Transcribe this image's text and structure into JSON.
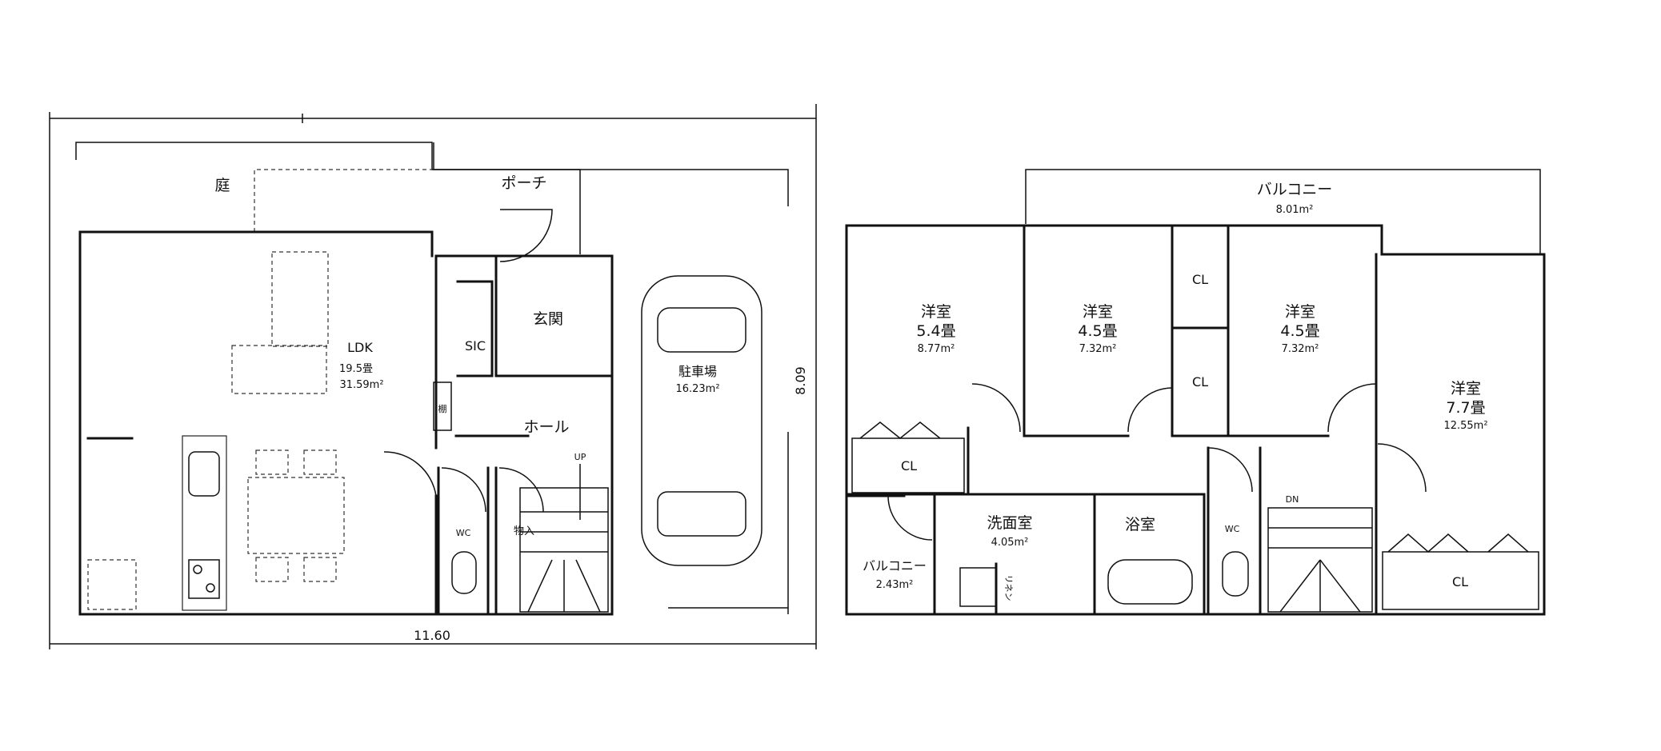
{
  "first_floor": {
    "niwa": "庭",
    "porch": "ポーチ",
    "ldk": {
      "name": "LDK",
      "tatami": "19.5畳",
      "area": "31.59m²"
    },
    "sic": "SIC",
    "genkan": "玄関",
    "tana": "棚",
    "hall": "ホール",
    "wc": "WC",
    "monoire": "物入",
    "up": "UP",
    "parking": {
      "name": "駐車場",
      "area": "16.23m²"
    },
    "dim_width": "11.60",
    "dim_depth": "8.09"
  },
  "second_floor": {
    "balcony_north": {
      "name": "バルコニー",
      "area": "8.01m²"
    },
    "room1": {
      "name": "洋室",
      "tatami": "5.4畳",
      "area": "8.77m²"
    },
    "room2": {
      "name": "洋室",
      "tatami": "4.5畳",
      "area": "7.32m²"
    },
    "room3": {
      "name": "洋室",
      "tatami": "4.5畳",
      "area": "7.32m²"
    },
    "room4": {
      "name": "洋室",
      "tatami": "7.7畳",
      "area": "12.55m²"
    },
    "cl_a": "CL",
    "cl_b": "CL",
    "cl_c": "CL",
    "cl_d": "CL",
    "washroom": {
      "name": "洗面室",
      "area": "4.05m²"
    },
    "bath": "浴室",
    "linen": "リネン",
    "wc": "WC",
    "dn": "DN",
    "balcony_south": {
      "name": "バルコニー",
      "area": "2.43m²"
    }
  }
}
